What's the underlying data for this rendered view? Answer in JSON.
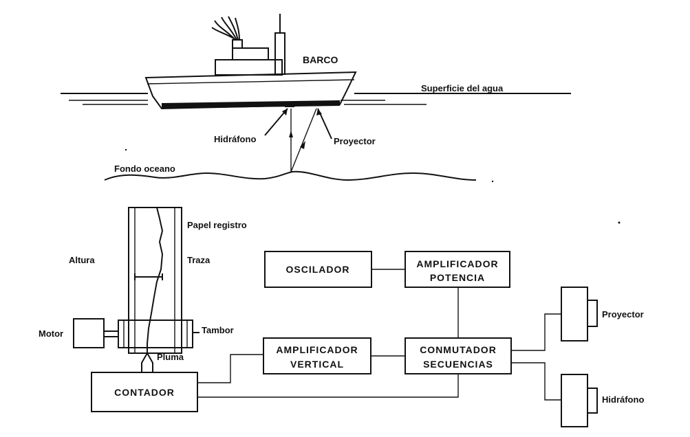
{
  "top_scene": {
    "ship_label": "BARCO",
    "water_surface_label": "Superficie del agua",
    "ocean_floor_label": "Fondo oceano",
    "hydrophone_label": "Hidráfono",
    "projector_label": "Proyector"
  },
  "recorder": {
    "paper_label": "Papel registro",
    "trace_label": "Traza",
    "height_label": "Altura",
    "motor_label": "Motor",
    "drum_label": "Tambor",
    "pen_label": "Pluma"
  },
  "blocks": {
    "oscillator": "OSCILADOR",
    "power_amp_line1": "AMPLIFICADOR",
    "power_amp_line2": "POTENCIA",
    "vertical_amp_line1": "AMPLIFICADOR",
    "vertical_amp_line2": "VERTICAL",
    "switch_line1": "CONMUTADOR",
    "switch_line2": "SECUENCIAS",
    "counter": "CONTADOR"
  },
  "transducers": {
    "projector_label": "Proyector",
    "hydrophone_label": "Hidráfono"
  }
}
